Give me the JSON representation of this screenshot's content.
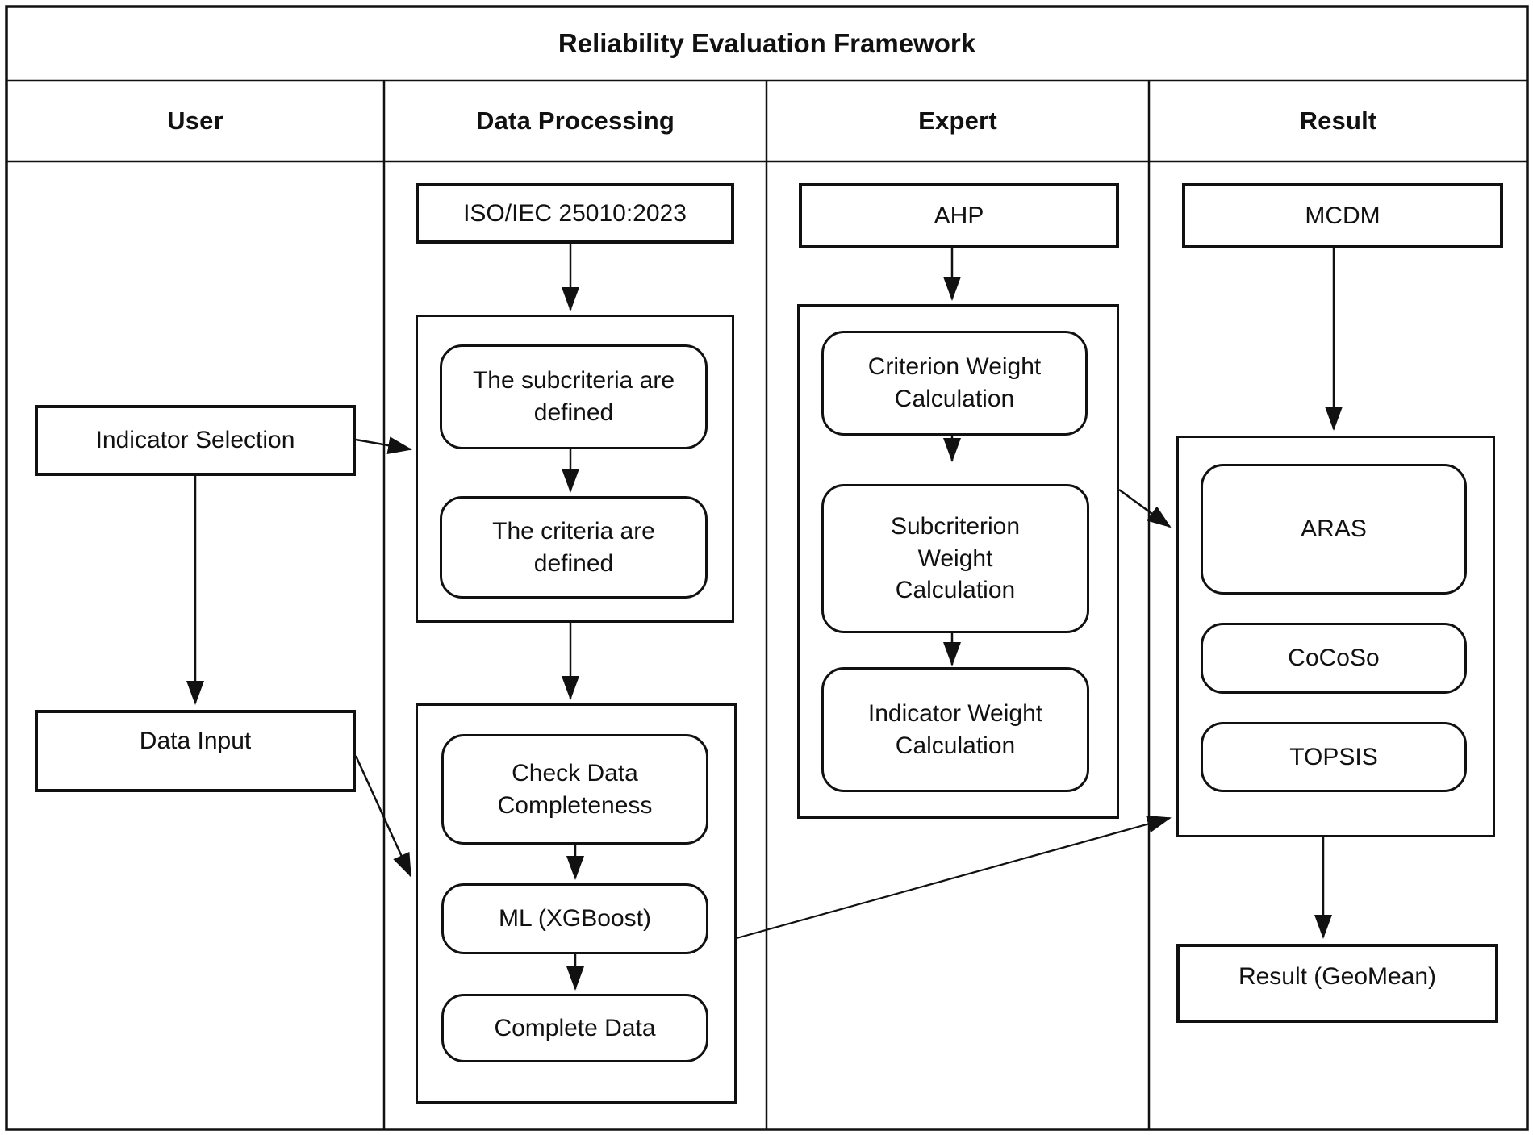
{
  "title": "Reliability Evaluation Framework",
  "colors": {
    "line": "#111111",
    "background": "#ffffff"
  },
  "lanes": [
    {
      "label": "User"
    },
    {
      "label": "Data Processing"
    },
    {
      "label": "Expert"
    },
    {
      "label": "Result"
    }
  ],
  "nodes": {
    "indicator_selection": {
      "label": "Indicator Selection"
    },
    "data_input": {
      "label": "Data Input"
    },
    "iso": {
      "label": "ISO/IEC 25010:2023"
    },
    "subcriteria": {
      "label": "The subcriteria are defined"
    },
    "criteria": {
      "label": "The criteria are defined"
    },
    "check_data": {
      "label": "Check Data Completeness"
    },
    "ml": {
      "label": "ML (XGBoost)"
    },
    "complete_data": {
      "label": "Complete Data"
    },
    "ahp": {
      "label": "AHP"
    },
    "criterion_weight": {
      "label": "Criterion Weight Calculation"
    },
    "subcriterion_weight": {
      "label": "Subcriterion Weight Calculation"
    },
    "indicator_weight": {
      "label": "Indicator Weight Calculation"
    },
    "mcdm": {
      "label": "MCDM"
    },
    "aras": {
      "label": "ARAS"
    },
    "cocoso": {
      "label": "CoCoSo"
    },
    "topsis": {
      "label": "TOPSIS"
    },
    "result_geomean": {
      "label": "Result (GeoMean)"
    }
  }
}
